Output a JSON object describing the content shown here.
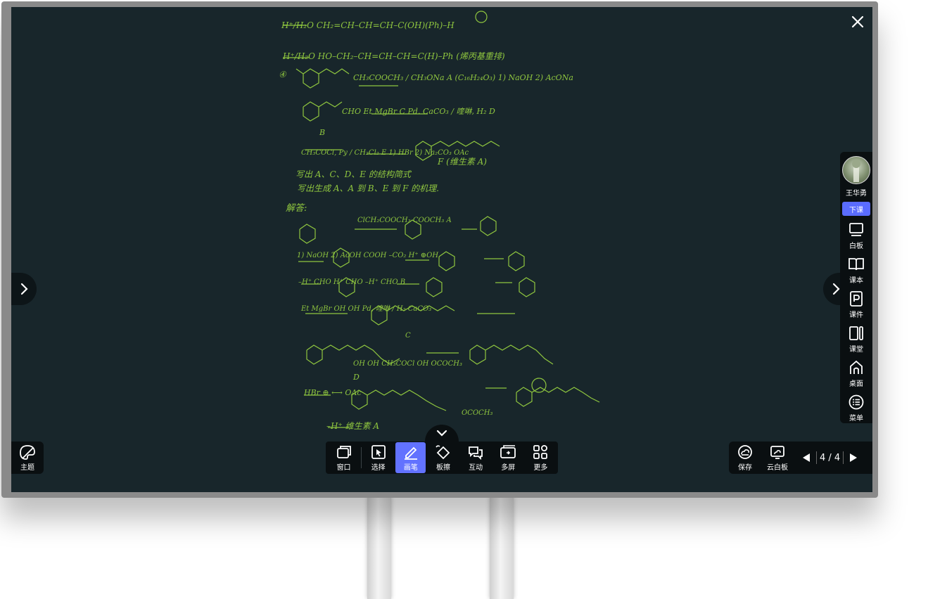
{
  "window": {
    "close_icon": "close-icon"
  },
  "board": {
    "lines": [
      "H⁺/H₂O  CH₂=CH–CH=CH–C(OH)(Ph)–H",
      "H⁺/H₂O  HO–CH₂–CH=CH–CH=C(H)–Ph  (烯丙基重排)",
      "④",
      "CH₃COOCH₃ / CH₃ONa   A (C₁₆H₂₄O₃)   1) NaOH  2) AcONa",
      "CHO      Et MgBr   C   Pd. CaCO₃ / 喹啉, H₂   D",
      "B",
      "CH₃COCl, Py / CH₂Cl₂   E   1) HBr  2) Na₂CO₃   OAc",
      "F (维生素 A)",
      "写出 A、C、D、E 的结构简式",
      "写出生成 A、A 到 B、E 到 F 的机理.",
      "解答:",
      "ClCH₂COOCH₃      COOCH₃      A",
      "1) NaOH  2) AcOH    COOH   –CO₂    H⁺   ⊕OH",
      "–H⁺    CHO   H⁺   CHO   –H⁺   CHO   B",
      "Et MgBr    OH    OH   Pd, 喹啉 / H₂ CaCO₃",
      "C",
      "OH   OH   CH₃COCl     OH    OCOCH₃",
      "D",
      "HBr    ⊕    ⟷    OAc",
      "OCOCH₃",
      "–H⁺  维生素 A"
    ]
  },
  "nav": {
    "left_arrow": "chevron-right-icon",
    "right_arrow": "chevron-right-icon"
  },
  "sidebar": {
    "teacher_name": "王华勇",
    "class_button": "下课",
    "items": [
      {
        "label": "白板",
        "icon": "whiteboard-icon"
      },
      {
        "label": "课本",
        "icon": "book-icon"
      },
      {
        "label": "课件",
        "icon": "courseware-icon"
      },
      {
        "label": "课堂",
        "icon": "classroom-icon"
      },
      {
        "label": "桌面",
        "icon": "desktop-icon"
      },
      {
        "label": "菜单",
        "icon": "menu-icon"
      }
    ]
  },
  "theme": {
    "label": "主题",
    "icon": "palette-icon"
  },
  "toolbar": {
    "collapse_icon": "chevron-down-icon",
    "tools": [
      {
        "label": "窗口",
        "icon": "window-icon"
      },
      {
        "label": "选择",
        "icon": "select-icon"
      },
      {
        "label": "画笔",
        "icon": "pen-icon",
        "active": true
      },
      {
        "label": "板擦",
        "icon": "eraser-icon"
      },
      {
        "label": "互动",
        "icon": "interact-icon"
      },
      {
        "label": "多屏",
        "icon": "multiscreen-icon"
      },
      {
        "label": "更多",
        "icon": "more-icon"
      }
    ],
    "accent": "#6272ff"
  },
  "rightbar": {
    "save_label": "保存",
    "cloud_label": "云白板",
    "page_text": "4 / 4"
  },
  "colors": {
    "board_bg": "#18262b",
    "ink": "#8fc63f",
    "panel": "#0a0f11"
  }
}
